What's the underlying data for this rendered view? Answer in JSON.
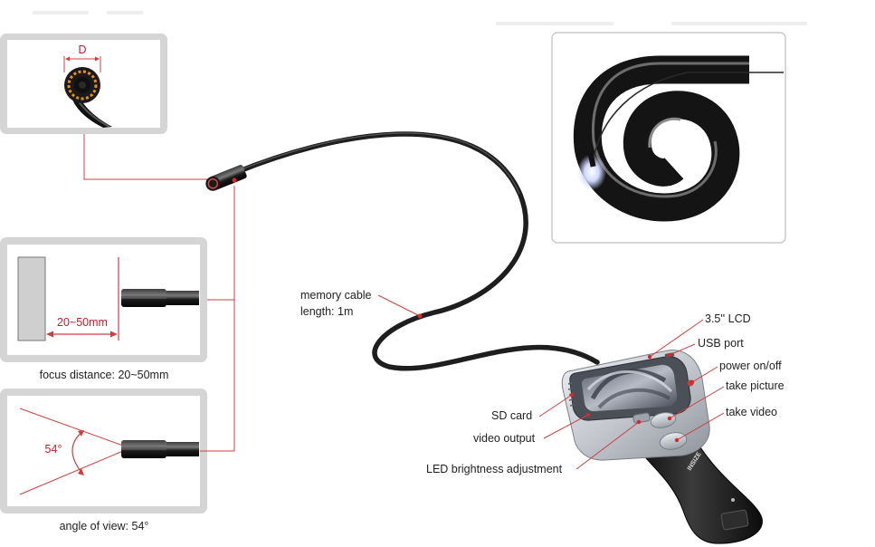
{
  "colors": {
    "accent": "#d42a2a",
    "panel_frame": "#d5d5d5",
    "cable": "#1e1e1e",
    "device_silver": "#c9ccd1",
    "device_black": "#1a1a1a"
  },
  "panels": {
    "lens_diameter": {
      "dimension_label": "D"
    },
    "focus_distance": {
      "range_label": "20~50mm",
      "caption": "focus distance: 20~50mm"
    },
    "angle_of_view": {
      "angle_label": "54°",
      "caption": "angle of view: 54°"
    }
  },
  "cable": {
    "label_line1": "memory cable",
    "label_line2": "length: 1m"
  },
  "device": {
    "brand_text": "INSIZE",
    "callouts": {
      "lcd": "3.5'' LCD",
      "usb_port": "USB port",
      "power": "power on/off",
      "take_picture": "take picture",
      "take_video": "take video",
      "sd_card": "SD card",
      "video_output": "video output",
      "led_brightness": "LED brightness adjustment"
    }
  }
}
